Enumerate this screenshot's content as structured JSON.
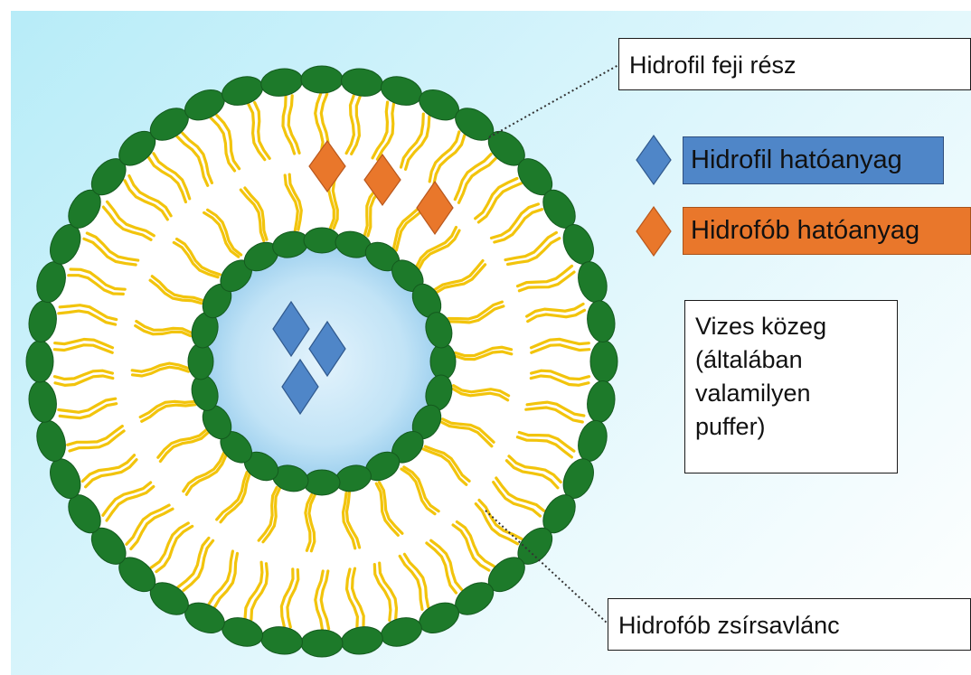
{
  "labels": {
    "head_group": "Hidrofil feji rész",
    "hydrophobic_tail": "Hidrofób zsírsavlánc",
    "aqueous_medium": [
      "Vizes közeg",
      "(általában",
      "valamilyen",
      "puffer)"
    ]
  },
  "legend": {
    "hydrophilic_drug": "Hidrofil hatóanyag",
    "hydrophobic_drug": "Hidrofób hatóanyag"
  },
  "colors": {
    "head": "#1d7a2a",
    "tail": "#f2c40c",
    "hydrophilic": "#4f86c8",
    "hydrophobic": "#e9772b",
    "core": "#c6e6f8"
  }
}
